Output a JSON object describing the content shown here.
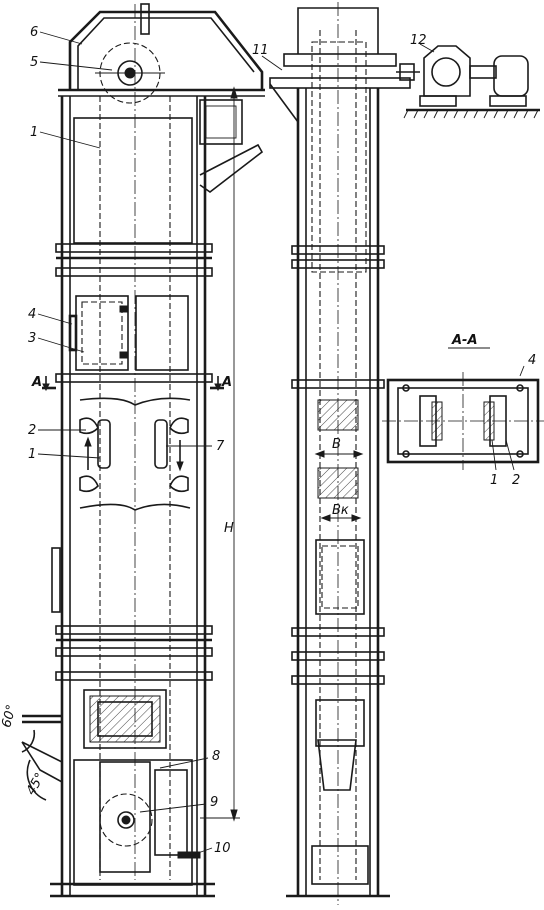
{
  "labels": {
    "n1": "1",
    "n2": "2",
    "n3": "3",
    "n4": "4",
    "n5": "5",
    "n6": "6",
    "n7": "7",
    "n8": "8",
    "n9": "9",
    "n10": "10",
    "n11": "11",
    "n12": "12",
    "dim_height": "H",
    "dim_width_b": "B",
    "dim_width_bk": "Bк",
    "section_title": "A-A",
    "section_mark": "A",
    "angle_60": "60°",
    "angle_45": "45°"
  }
}
